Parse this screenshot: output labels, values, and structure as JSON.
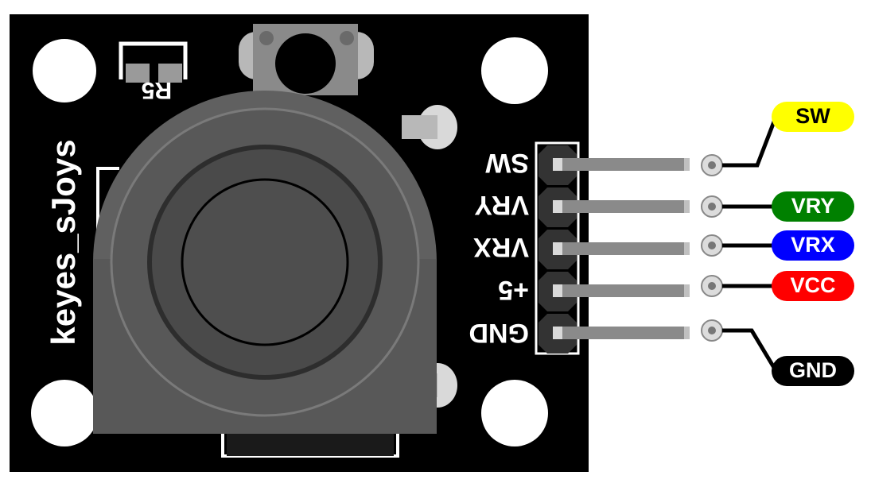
{
  "board": {
    "name": "keyes_sJoys",
    "resistor_label": "R5",
    "pin_labels": [
      "SW",
      "VRY",
      "VRX",
      "+5",
      "GND"
    ],
    "color": "#000000"
  },
  "wires": [
    {
      "label": "SW",
      "bg": "#ffff00",
      "fg": "#000000"
    },
    {
      "label": "VRY",
      "bg": "#008000",
      "fg": "#ffffff"
    },
    {
      "label": "VRX",
      "bg": "#0000ff",
      "fg": "#ffffff"
    },
    {
      "label": "VCC",
      "bg": "#ff0000",
      "fg": "#ffffff"
    },
    {
      "label": "GND",
      "bg": "#000000",
      "fg": "#ffffff"
    }
  ]
}
